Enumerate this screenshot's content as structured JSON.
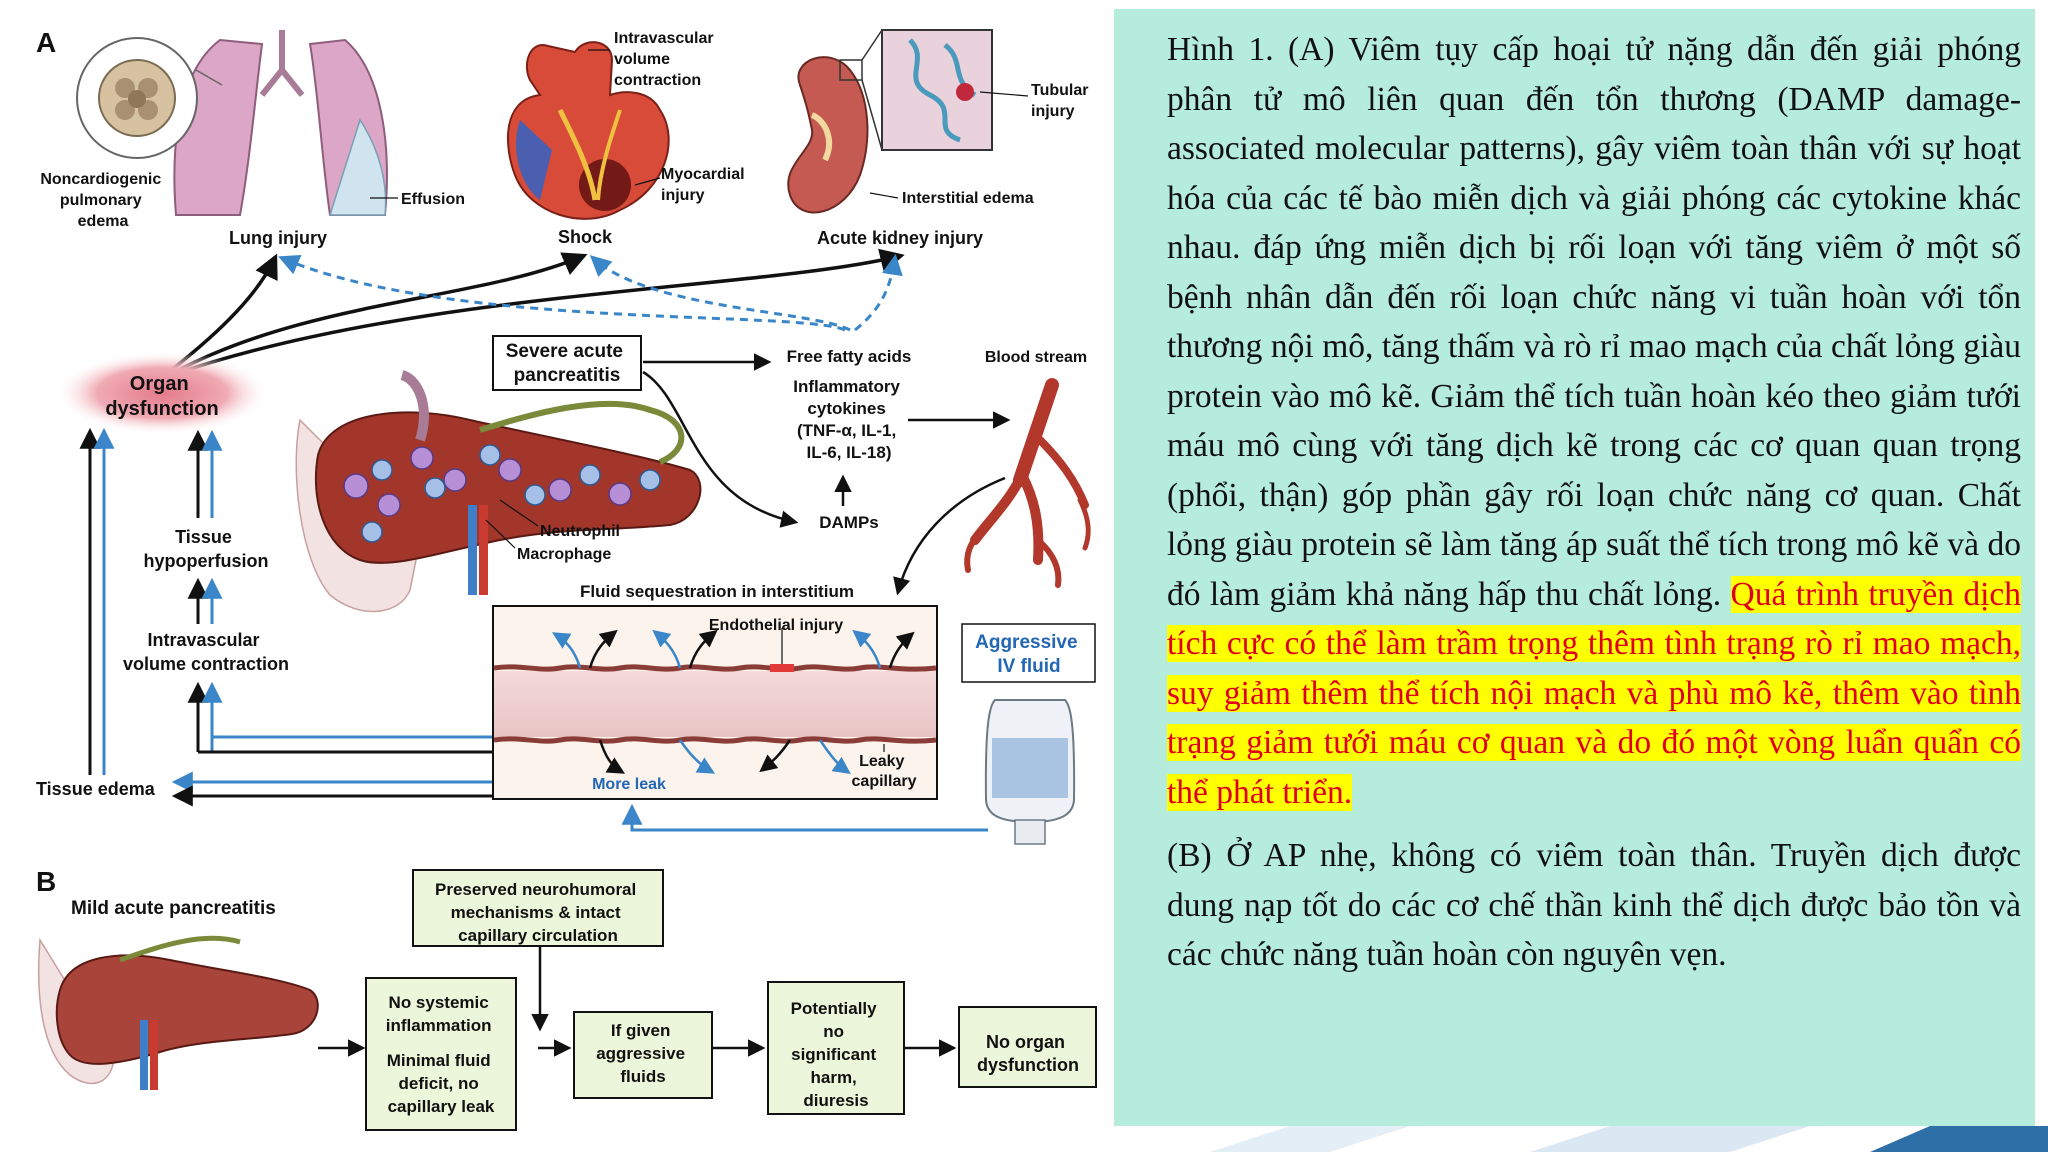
{
  "figure": {
    "panel_a": {
      "letter": "A",
      "organs": {
        "lung_edema": [
          "Noncardiogenic",
          "pulmonary",
          "edema"
        ],
        "effusion": "Effusion",
        "lung_injury": "Lung injury",
        "intravascular_volume": [
          "Intravascular",
          "volume",
          "contraction"
        ],
        "myocardial_injury": [
          "Myocardial",
          "injury"
        ],
        "shock": "Shock",
        "tubular_injury": [
          "Tubular",
          "injury"
        ],
        "interstitial_edema": "Interstitial edema",
        "acute_kidney_injury": "Acute kidney injury"
      },
      "organ_dysfunction": [
        "Organ",
        "dysfunction"
      ],
      "tissue_hypoperfusion": [
        "Tissue",
        "hypoperfusion"
      ],
      "intravascular_contraction": [
        "Intravascular",
        "volume contraction"
      ],
      "tissue_edema": "Tissue edema",
      "severe_acute_pancreatitis": [
        "Severe acute",
        "pancreatitis"
      ],
      "free_fatty_acids": "Free fatty acids",
      "inflammatory_cytokines": [
        "Inflammatory",
        "cytokines",
        "(TNF-α, IL-1,",
        "IL-6, IL-18)"
      ],
      "damps": "DAMPs",
      "blood_stream": "Blood stream",
      "neutrophil": "Neutrophil",
      "macrophage": "Macrophage",
      "fluid_sequestration": "Fluid sequestration in interstitium",
      "endothelial_injury": "Endothelial injury",
      "more_leak": "More leak",
      "leaky_capillary": [
        "Leaky",
        "capillary"
      ],
      "aggressive_iv_fluid": [
        "Aggressive",
        "IV fluid"
      ]
    },
    "panel_b": {
      "letter": "B",
      "mild_acute_pancreatitis": "Mild acute pancreatitis",
      "preserved": [
        "Preserved neurohumoral",
        "mechanisms & intact",
        "capillary circulation"
      ],
      "no_systemic": [
        "No systemic",
        "inflammation",
        "",
        "Minimal fluid",
        "deficit, no",
        "capillary leak"
      ],
      "if_given": [
        "If given",
        "aggressive",
        "fluids"
      ],
      "potentially": [
        "Potentially",
        "no",
        "significant",
        "harm,",
        "diuresis"
      ],
      "no_organ": [
        "No organ",
        "dysfunction"
      ]
    }
  },
  "text_panel": {
    "para_a_normal": "Hình 1. (A) Viêm tụy cấp hoại tử nặng dẫn đến giải phóng phân tử mô liên quan đến tổn thương (DAMP damage-associated molecular patterns), gây viêm toàn thân với sự hoạt hóa của các tế bào miễn dịch và giải phóng các cytokine khác nhau. đáp ứng miễn dịch bị rối loạn với tăng viêm ở một số bệnh nhân dẫn đến rối loạn chức năng vi tuần hoàn với tổn thương nội mô, tăng thấm và rò rỉ mao mạch của chất lỏng giàu protein vào mô kẽ. Giảm thể tích tuần hoàn kéo theo giảm tưới máu mô cùng với tăng dịch kẽ trong các cơ quan quan trọng (phổi, thận) góp phần gây rối loạn chức năng cơ quan. Chất lỏng giàu protein sẽ làm tăng áp suất thể tích trong mô kẽ và do đó làm giảm khả năng hấp thu chất lỏng.",
    "para_a_highlight": "Quá trình truyền dịch tích cực có thể làm trầm trọng thêm tình trạng rò rỉ mao mạch, suy giảm thêm thể tích nội mạch và phù mô kẽ, thêm vào tình trạng giảm tưới máu cơ quan và do đó một vòng luẩn quẩn có thể phát triển.",
    "para_b": "(B) Ở AP nhẹ, không có viêm toàn thân. Truyền dịch được dung nạp tốt do các cơ chế thần kinh thể dịch được bảo tồn và các chức năng tuần hoàn còn nguyên vẹn."
  },
  "colors": {
    "panel_bg": "#b5ecdb",
    "highlight_bg": "#ffff00",
    "highlight_text": "#e0001b",
    "blue_arrow": "#3a86c8",
    "aggressive_label": "#2266b4"
  }
}
